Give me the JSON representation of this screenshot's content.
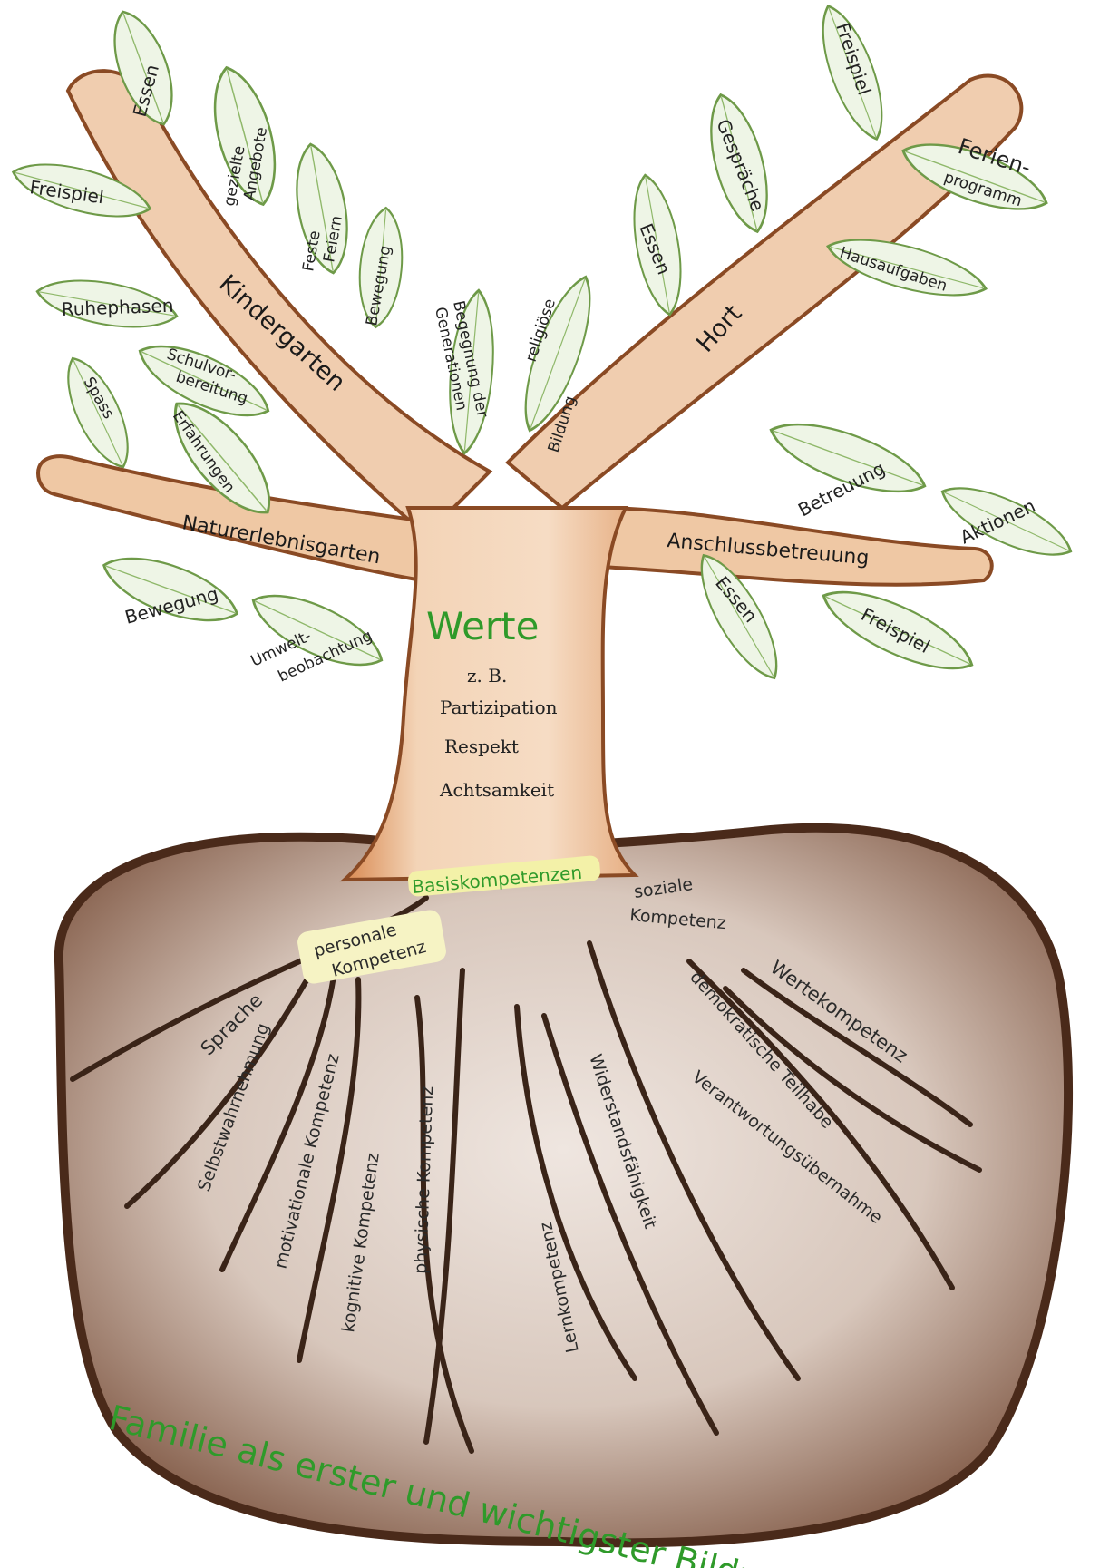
{
  "colors": {
    "leaf_fill": "#eef5e6",
    "leaf_stroke": "#6e9a48",
    "trunk": "#eec9a8",
    "trunk_edge": "#b0632c",
    "soil": "#d9c9bf",
    "soil_edge": "#4a2a1a",
    "root": "#3a2418",
    "highlight": "#f3f1a8",
    "green_text": "#2f9a2a"
  },
  "kindergarten": {
    "branch_label": "Kindergarten",
    "leaves": {
      "essen": "Essen",
      "gezielte1": "gezielte",
      "gezielte2": "Angebote",
      "freispiel": "Freispiel",
      "feste1": "Feste",
      "feste2": "Feiern",
      "bewegung": "Bewegung",
      "ruhephasen": "Ruhephasen",
      "schul1": "Schulvor-",
      "schul2": "bereitung",
      "spass": "Spass",
      "erfahrungen": "Erfahrungen"
    }
  },
  "center": {
    "begegnung1": "Begegnung der",
    "begegnung2": "Generationen",
    "religioes1": "religiöse",
    "religioes2": "Bildung"
  },
  "hort": {
    "branch_label": "Hort",
    "leaves": {
      "freispiel": "Freispiel",
      "gespraeche": "Gespräche",
      "ferien1": "Ferien-",
      "ferien2": "programm",
      "essen": "Essen",
      "hausaufgaben": "Hausaufgaben"
    }
  },
  "naturerlebnisgarten": {
    "branch_label": "Naturerlebnisgarten",
    "leaves": {
      "bewegung": "Bewegung",
      "umwelt1": "Umwelt-",
      "umwelt2": "beobachtung"
    }
  },
  "anschlussbetreuung": {
    "branch_label": "Anschlussbetreuung",
    "leaves": {
      "betreuung": "Betreuung",
      "aktionen": "Aktionen",
      "essen": "Essen",
      "freispiel": "Freispiel"
    }
  },
  "values": {
    "title": "Werte",
    "zb": "z. B.",
    "items": [
      "Partizipation",
      "Respekt",
      "Achtsamkeit"
    ]
  },
  "roots": {
    "basiskompetenzen": "Basiskompetenzen",
    "personale1": "personale",
    "personale2": "Kompetenz",
    "soziale1": "soziale",
    "soziale2": "Kompetenz",
    "sprache": "Sprache",
    "selbstwahrnehmung": "Selbstwahrnehmung",
    "motivationale": "motivationale Kompetenz",
    "kognitive": "kognitive Kompetenz",
    "physische": "physische Kompetenz",
    "lernkompetenz": "Lernkompetenz",
    "widerstand": "Widerstandsfähigkeit",
    "wertekompetenz": "Wertekompetenz",
    "demokratisch": "demokratische Teilhabe",
    "verantwortung": "Verantwortungsübernahme"
  },
  "footer": "Familie als erster und wichtigster Bildungsort"
}
